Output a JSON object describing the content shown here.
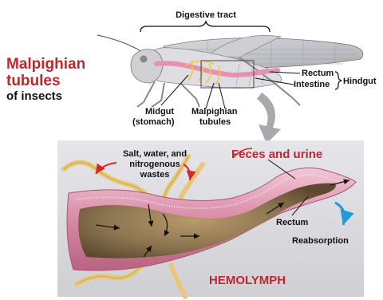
{
  "title": {
    "line1": "Malpighian",
    "line2": "tubules",
    "line3": "of insects"
  },
  "insect_labels": {
    "digestive_tract": "Digestive tract",
    "rectum": "Rectum",
    "intestine": "Intestine",
    "hindgut": "Hindgut",
    "midgut_line1": "Midgut",
    "midgut_line2": "(stomach)",
    "malpighian_line1": "Malpighian",
    "malpighian_line2": "tubules"
  },
  "closeup_labels": {
    "salt_line1": "Salt, water, and",
    "salt_line2": "nitrogenous",
    "salt_line3": "wastes",
    "feces_urine": "Feces and urine",
    "rectum": "Rectum",
    "reabsorption": "Reabsorption",
    "hemolymph": "HEMOLYMPH"
  },
  "colors": {
    "title_red": "#c0262d",
    "hemolymph_red": "#c0262d",
    "panel_bg": "#dcdcdf",
    "gut_wall": "#d98aa6",
    "gut_content": "#8a7350",
    "tubule": "#e8c878",
    "arrow_red": "#d8252a",
    "arrow_blue": "#1f9bd7"
  }
}
